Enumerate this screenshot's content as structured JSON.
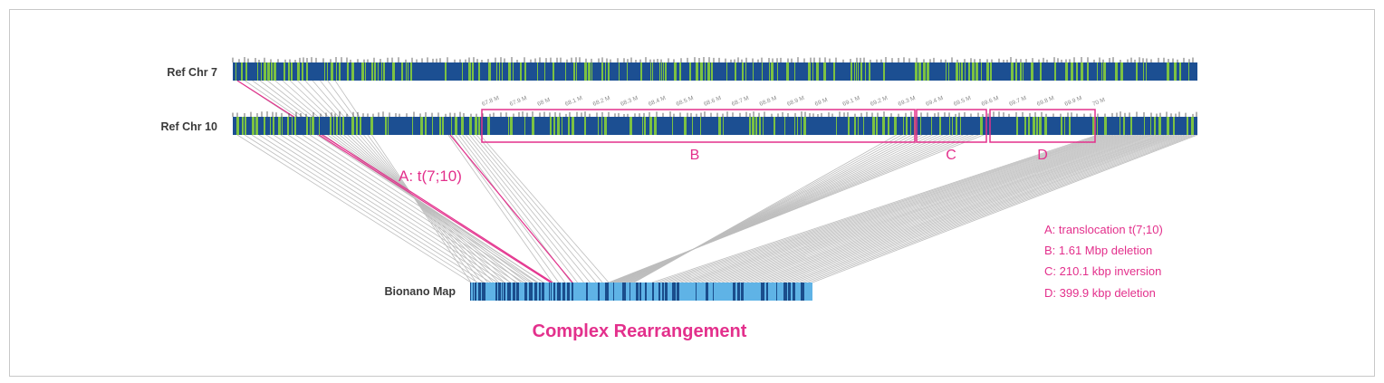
{
  "labels": {
    "ref_chr7": "Ref Chr 7",
    "ref_chr10": "Ref Chr 10",
    "bionano": "Bionano Map",
    "title": "Complex Rearrangement",
    "region_a": "A: t(7;10)",
    "region_b": "B",
    "region_c": "C",
    "region_d": "D"
  },
  "ticks": [
    "67.8 M",
    "67.9 M",
    "68 M",
    "68.1 M",
    "68.2 M",
    "68.3 M",
    "68.4 M",
    "68.5 M",
    "68.6 M",
    "68.7 M",
    "68.8 M",
    "68.9 M",
    "69 M",
    "69.1 M",
    "69.2 M",
    "69.3 M",
    "69.4 M",
    "69.5 M",
    "69.6 M",
    "69.7 M",
    "69.8 M",
    "69.9 M",
    "70 M"
  ],
  "legend": [
    "A: translocation t(7;10)",
    "B: 1.61 Mbp deletion",
    "C: 210.1 kbp inversion",
    "D: 399.9 kbp deletion"
  ],
  "colors": {
    "chr_base": "#1c4f92",
    "chr_green": "#7cc242",
    "bionano_base": "#1a4d8c",
    "bionano_light": "#5fb3e6",
    "magenta": "#e3308c",
    "lines": "#bdbdbd"
  }
}
